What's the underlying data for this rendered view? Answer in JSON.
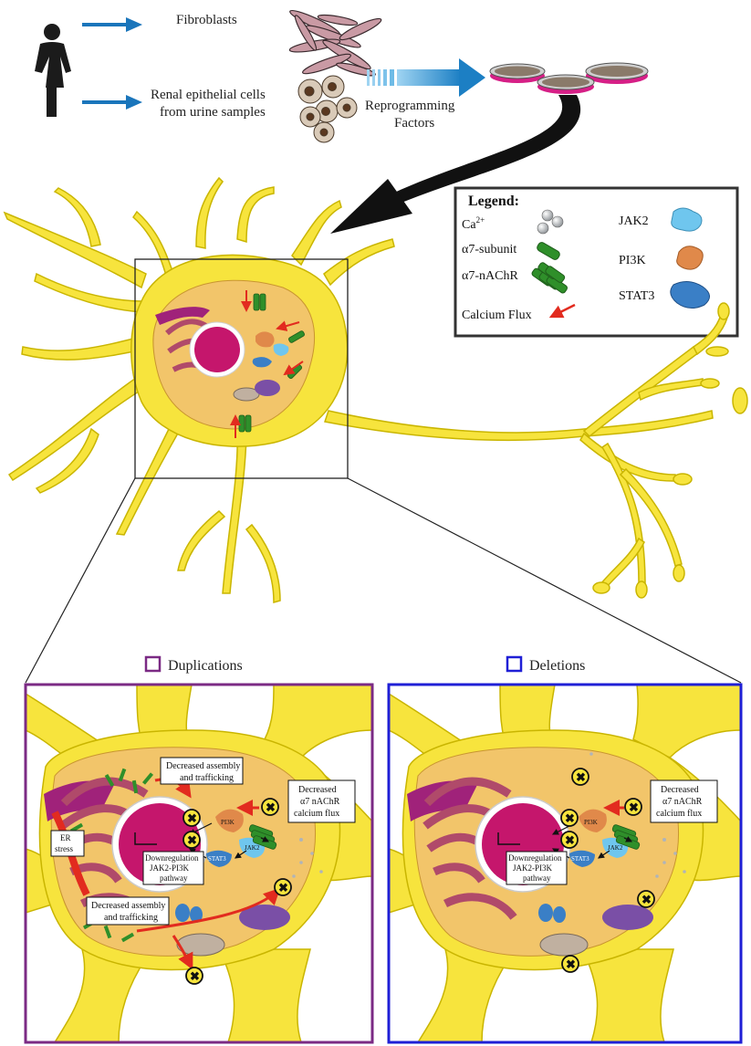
{
  "top": {
    "source1": "Fibroblasts",
    "source2_line1": "Renal epithelial cells",
    "source2_line2": "from urine samples",
    "reprogram_line1": "Reprogramming",
    "reprogram_line2": "Factors"
  },
  "legend": {
    "title": "Legend:",
    "ca_base": "Ca",
    "ca_sup": "2+",
    "a7_subunit": "α7-subunit",
    "a7_nachr": "α7-nAChR",
    "calcium_flux": "Calcium Flux",
    "jak2": "JAK2",
    "pi3k": "PI3K",
    "stat3": "STAT3"
  },
  "panels": {
    "dup_title": "Duplications",
    "del_title": "Deletions"
  },
  "dup": {
    "asm1_l1": "Decreased assembly",
    "asm1_l2": "and trafficking",
    "flux_l1": "Decreased",
    "flux_l2": "α7 nAChR",
    "flux_l3": "calcium flux",
    "er_l1": "ER",
    "er_l2": "stress",
    "down_l1": "Downregulation",
    "down_l2": "JAK2-PI3K",
    "down_l3": "pathway",
    "asm2_l1": "Decreased assembly",
    "asm2_l2": "and trafficking"
  },
  "del": {
    "flux_l1": "Decreased",
    "flux_l2": "α7 nAChR",
    "flux_l3": "calcium flux",
    "down_l1": "Downregulation",
    "down_l2": "JAK2-PI3K",
    "down_l3": "pathway"
  },
  "mini": {
    "jak": "JAK2",
    "stat": "STAT3",
    "pi3k": "PI3K"
  },
  "colors": {
    "neuron": "#f7e43d",
    "neuron_outline": "#c9b500",
    "cytoplasm": "#f2c56a",
    "nucleus": "#c5166c",
    "er": "#b04a6a",
    "receptor": "#2f8f2a",
    "jak2": "#6fc6ee",
    "pi3k": "#e0894a",
    "stat3": "#3a7fc6",
    "arrow_blue": "#1a75bb",
    "flux_red": "#e22b1f",
    "dup_border": "#7b2a84",
    "del_border": "#1f1fd6"
  }
}
